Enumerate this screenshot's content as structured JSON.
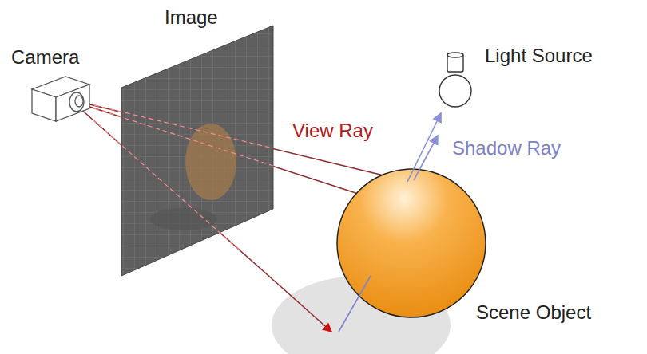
{
  "diagram": {
    "labels": [
      "Image",
      "Camera",
      "Light Source",
      "View Ray",
      "Shadow Ray",
      "Scene Object"
    ]
  }
}
